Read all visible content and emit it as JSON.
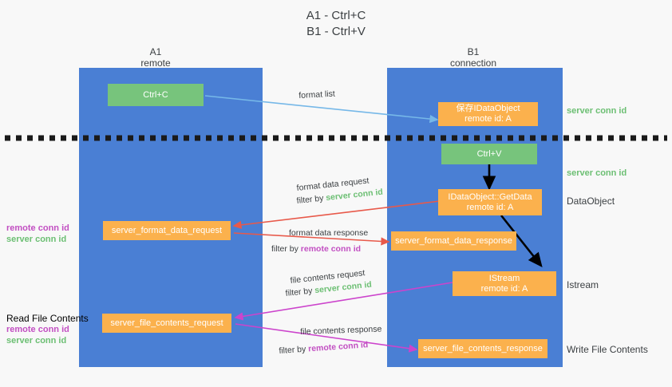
{
  "title": {
    "line1": "A1 - Ctrl+C",
    "line2": "B1 - Ctrl+V"
  },
  "lanes": [
    {
      "id": "a1",
      "name": "A1",
      "subtitle": "remote"
    },
    {
      "id": "b1",
      "name": "B1",
      "subtitle": "connection"
    }
  ],
  "boxes": {
    "ctrl_c": {
      "line1": "Ctrl+C",
      "line2": ""
    },
    "save_idataobject": {
      "line1": "保存IDataObject",
      "line2": "remote id: A"
    },
    "ctrl_v": {
      "line1": "Ctrl+V",
      "line2": ""
    },
    "getdata": {
      "line1": "IDataObject::GetData",
      "line2": "remote id: A"
    },
    "format_data_request": {
      "line1": "server_format_data_request",
      "line2": ""
    },
    "format_data_response": {
      "line1": "server_format_data_response",
      "line2": ""
    },
    "istream": {
      "line1": "IStream",
      "line2": "remote id: A"
    },
    "file_contents_request": {
      "line1": "server_file_contents_request",
      "line2": ""
    },
    "file_contents_response": {
      "line1": "server_file_contents_response",
      "line2": ""
    }
  },
  "right_annotations": [
    {
      "id": "server-conn-id-1",
      "text": "server conn id",
      "style": "green"
    },
    {
      "id": "server-conn-id-2",
      "text": "server conn id",
      "style": "green"
    },
    {
      "id": "dataobject",
      "text": "DataObject",
      "style": "dark"
    },
    {
      "id": "istream",
      "text": "Istream",
      "style": "dark"
    },
    {
      "id": "write-file-contents",
      "text": "Write File Contents",
      "style": "dark"
    }
  ],
  "left_annotations": {
    "group1": {
      "remote": "remote conn id",
      "server": "server conn id"
    },
    "group2": {
      "heading": "Read File Contents",
      "remote": "remote conn id",
      "server": "server conn id"
    }
  },
  "edges": {
    "format_list": {
      "label": "format list"
    },
    "format_data_request": {
      "label": "format data request",
      "filter_prefix": "filter by ",
      "filter_value": "server conn id"
    },
    "format_data_response": {
      "label": "format data response",
      "filter_prefix": "filter by ",
      "filter_value": "remote conn id"
    },
    "file_contents_request": {
      "label": "file contents request",
      "filter_prefix": "filter by ",
      "filter_value": "server conn id"
    },
    "file_contents_response": {
      "label": "file contents response",
      "filter_prefix": "filter by ",
      "filter_value": "remote conn id"
    }
  },
  "colors": {
    "lane": "#4a7fd4",
    "green_box": "#77c47c",
    "orange_box": "#fbb14d",
    "green_text": "#6cbf73",
    "purple_text": "#c24fc2",
    "red_arrow": "#e8594a",
    "magenta_arrow": "#cc44cc",
    "blue_arrow": "#76b8e8",
    "black_arrow": "#000000",
    "background": "#f8f8f8"
  }
}
